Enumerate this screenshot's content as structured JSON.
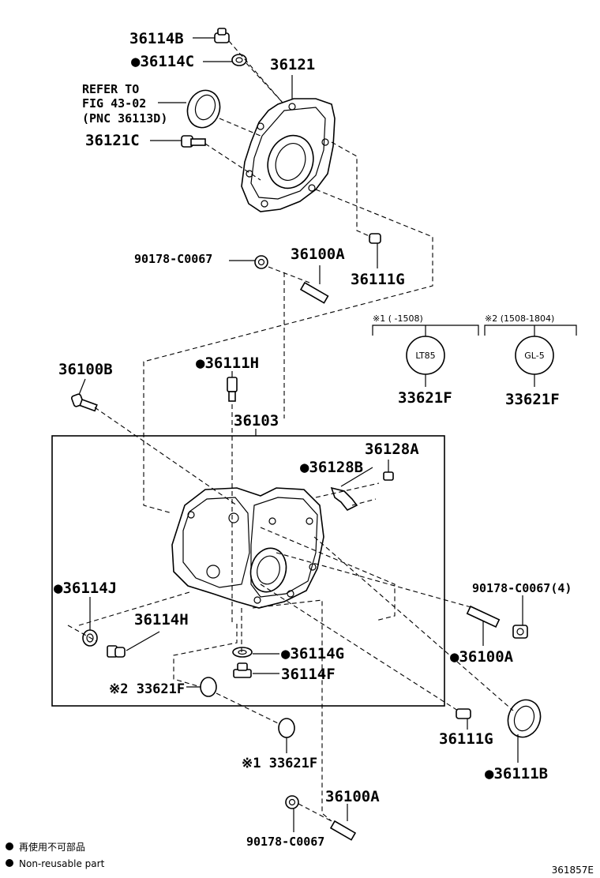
{
  "labels": {
    "p36114B": "36114B",
    "p36114C_top": "●36114C",
    "p36121": "36121",
    "refer_line1": "REFER TO",
    "refer_line2": "FIG 43-02",
    "refer_line3": "(PNC 36113D)",
    "p36121C": "36121C",
    "p90178_top": "90178-C0067",
    "p36100A_top": "36100A",
    "p36111G_top": "36111G",
    "p36100B": "36100B",
    "p36111H": "●36111H",
    "p36103": "36103",
    "p36128A": "36128A",
    "p36128B": "●36128B",
    "p36114J": "●36114J",
    "p36114H": "36114H",
    "p90178_4": "90178-C0067(4)",
    "p36100A_mid": "●36100A",
    "p36114G": "●36114G",
    "p36114F": "36114F",
    "p33621F_note2": "※2 33621F",
    "p36111G_bot": "36111G",
    "p33621F_note1": "※1 33621F",
    "p36111B": "●36111B",
    "p36100A_bot": "36100A",
    "p90178_bot": "90178-C0067",
    "diagram_code": "361857E"
  },
  "variants": {
    "v1_header": "※1 (     -1508)",
    "v1_oil": "LT85",
    "v1_part": "33621F",
    "v2_header": "※2 (1508-1804)",
    "v2_oil": "GL-5",
    "v2_part": "33621F"
  },
  "legend": {
    "line1": "再使用不可部品",
    "line2": "Non-reusable part"
  }
}
